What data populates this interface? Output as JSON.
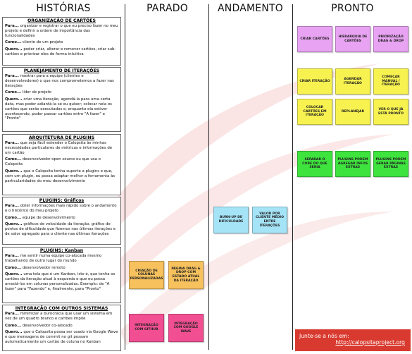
{
  "columns": {
    "historias": "HISTÓRIAS",
    "parado": "PARADO",
    "andamento": "ANDAMENTO",
    "pronto": "PRONTO"
  },
  "stories": [
    {
      "title": "ORGANIZAÇÃO DE CARTÕES",
      "para_label": "Para...",
      "para": "organizar e registrar o que eu preciso fazer no meu projeto e definir a ordem de importância das funcionalidades",
      "como_label": "Como...",
      "como": "cliente de um projeto",
      "quero_label": "Quero...",
      "quero": "poder criar, alterar e remover cartões, criar sub-cartões e priorizar eles de forma intuitiva"
    },
    {
      "title": "PLANEJAMENTO DE ITERAÇÕES",
      "para_label": "Para...",
      "para": "mostrar para a equipe (clientes e desenvolvedores) o que nos comprometemos a fazer nas iterações",
      "como_label": "Como...",
      "como": "líder de projeto",
      "quero_label": "Quero...",
      "quero": "criar uma iteração, agendá-la para uma certa data, mas poder adiantá-la se eu quiser; colocar nela os cartões que serão executados e, enquanto ela estiver acontecendo, poder passar cartões entre \"A fazer\" e \"Pronto\""
    },
    {
      "title": "ARQUITETURA DE PLUGINS",
      "para_label": "Para...",
      "para": "que seja fácil estender o Calopsita às minhas necessidades particulares de métricas e informações de um cartão",
      "como_label": "Como...",
      "como": "desenvolvedor open source ou que usa o Calopsita",
      "quero_label": "Quero...",
      "quero": "que o Calopsita tenha suporte a plugins e que, com um plugin, eu possa adaptar melhor a ferramenta às particularidades do meu desenvolvimento"
    },
    {
      "title": "PLUGINS: Gráficos",
      "para_label": "Para...",
      "para": "obter informações mais rápido sobre o andamento e o histórico do meu projeto",
      "como_label": "Como...",
      "como": "equipe de desenvolvimento",
      "quero_label": "Quero...",
      "quero": "gráficos de velocidade da iteração, gráfico de pontos de dificuldade que fizemos nas últimas iterações e de valor agregado para o cliente nas últimas iterações"
    },
    {
      "title": "PLUGINS: Kanban",
      "para_label": "Para...",
      "para": "me sentir numa equipe co-alocada mesmo trabalhando de outro lugar do mundo",
      "como_label": "Como...",
      "como": "desenvolvedor remoto",
      "quero_label": "Quero...",
      "quero": "uma tela que é um Kanban, isto é, que tenha os cartões da iteração atual à esquerda e que eu possa arrastá-los em colunas personalizadas. Exemplo: de \"A fazer\" para \"Fazendo\" e, finalmente, para \"Pronto\""
    },
    {
      "title": "INTEGRAÇÃO COM OUTROS SISTEMAS",
      "para_label": "Para...",
      "para": "minimizar a burocracia que usar um sistema em vez de um quadro branco e cartões impõe",
      "como_label": "Como...",
      "como": "desenvolvedor co-alocado",
      "quero_label": "Quero...",
      "quero": "que o Calopsita possa ser usado via Google Wave e que mensagens de commit no git possam automaticamente um cartão de coluna no Kanban"
    }
  ],
  "cards": {
    "criar_cartoes": "CRIAR CARTÕES",
    "hierarquia": "HIERARQUIA DE CARTÕES",
    "priorizacao": "PRIORIZAÇÃO DRAG & DROP",
    "criar_iteracao": "CRIAR ITERAÇÃO",
    "agendar_iteracao": "AGENDAR ITERAÇÃO",
    "comecar_iteracao": "COMEÇAR MANUAL / ITERAÇÃO",
    "colocar_cartoes": "COLOCAR CARTÕES EM ITERAÇÃO",
    "replanejar": "REPLANEJAR",
    "ver_pronto": "VER O QUE JÁ ESTÁ PRONTO",
    "separar_core": "SEPARAR O CORE DO QUE SERIA",
    "plugins_infos": "PLUGINS PODEM AGREGAR INFOS EXTRAS",
    "plugins_paginas": "PLUGINS PODEM GERAR PÁGINAS EXTRAS",
    "burnup": "BURN-UP DE DIFICULDADE",
    "valor_por_cliente": "VALOR POR CLIENTE MÉDIO ENTRE ITERAÇÕES",
    "criacao_colunas": "CRIAÇÃO DE COLUNAS PERSONALIZADAS",
    "pagina_drag": "PÁGINA DRAG & DROP COM ESTADO ATUAL DA ITERAÇÃO",
    "integracao_github": "INTEGRAÇÃO COM GITHUB",
    "integracao_wave": "INTEGRAÇÃO COM GOOGLE WAVE"
  },
  "join": {
    "text": "Junte-se a nós em:",
    "url": "http://calopsitaproject.org"
  },
  "colors": {
    "lilac": "#e8a3f2",
    "yellow": "#f7f250",
    "green": "#3ee33e",
    "blue": "#a5e3f7",
    "orange": "#f7c25e",
    "pink": "#f24f93",
    "banner": "#d93a2f",
    "swoosh": "#e66b6b"
  }
}
